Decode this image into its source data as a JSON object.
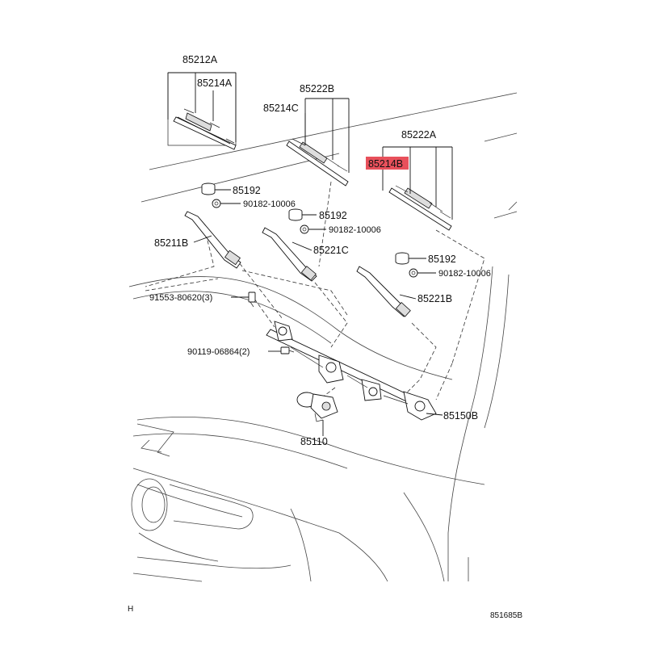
{
  "labels": {
    "l85212A": "85212A",
    "l85214A": "85214A",
    "l85222B": "85222B",
    "l85214C": "85214C",
    "l85222A": "85222A",
    "l85214B": "85214B",
    "l85192a": "85192",
    "l90182a": "90182-10006",
    "l85192b": "85192",
    "l90182b": "90182-10006",
    "l85211B": "85211B",
    "l85221C": "85221C",
    "l85192c": "85192",
    "l90182c": "90182-10006",
    "l91553": "91553-80620(3)",
    "l85221B": "85221B",
    "l90119": "90119-06864(2)",
    "l85150B": "85150B",
    "l85110": "85110"
  },
  "corner_mark": "H",
  "diagram_ref": "851685B",
  "colors": {
    "highlight": "#e8505b",
    "ink": "#111111"
  }
}
